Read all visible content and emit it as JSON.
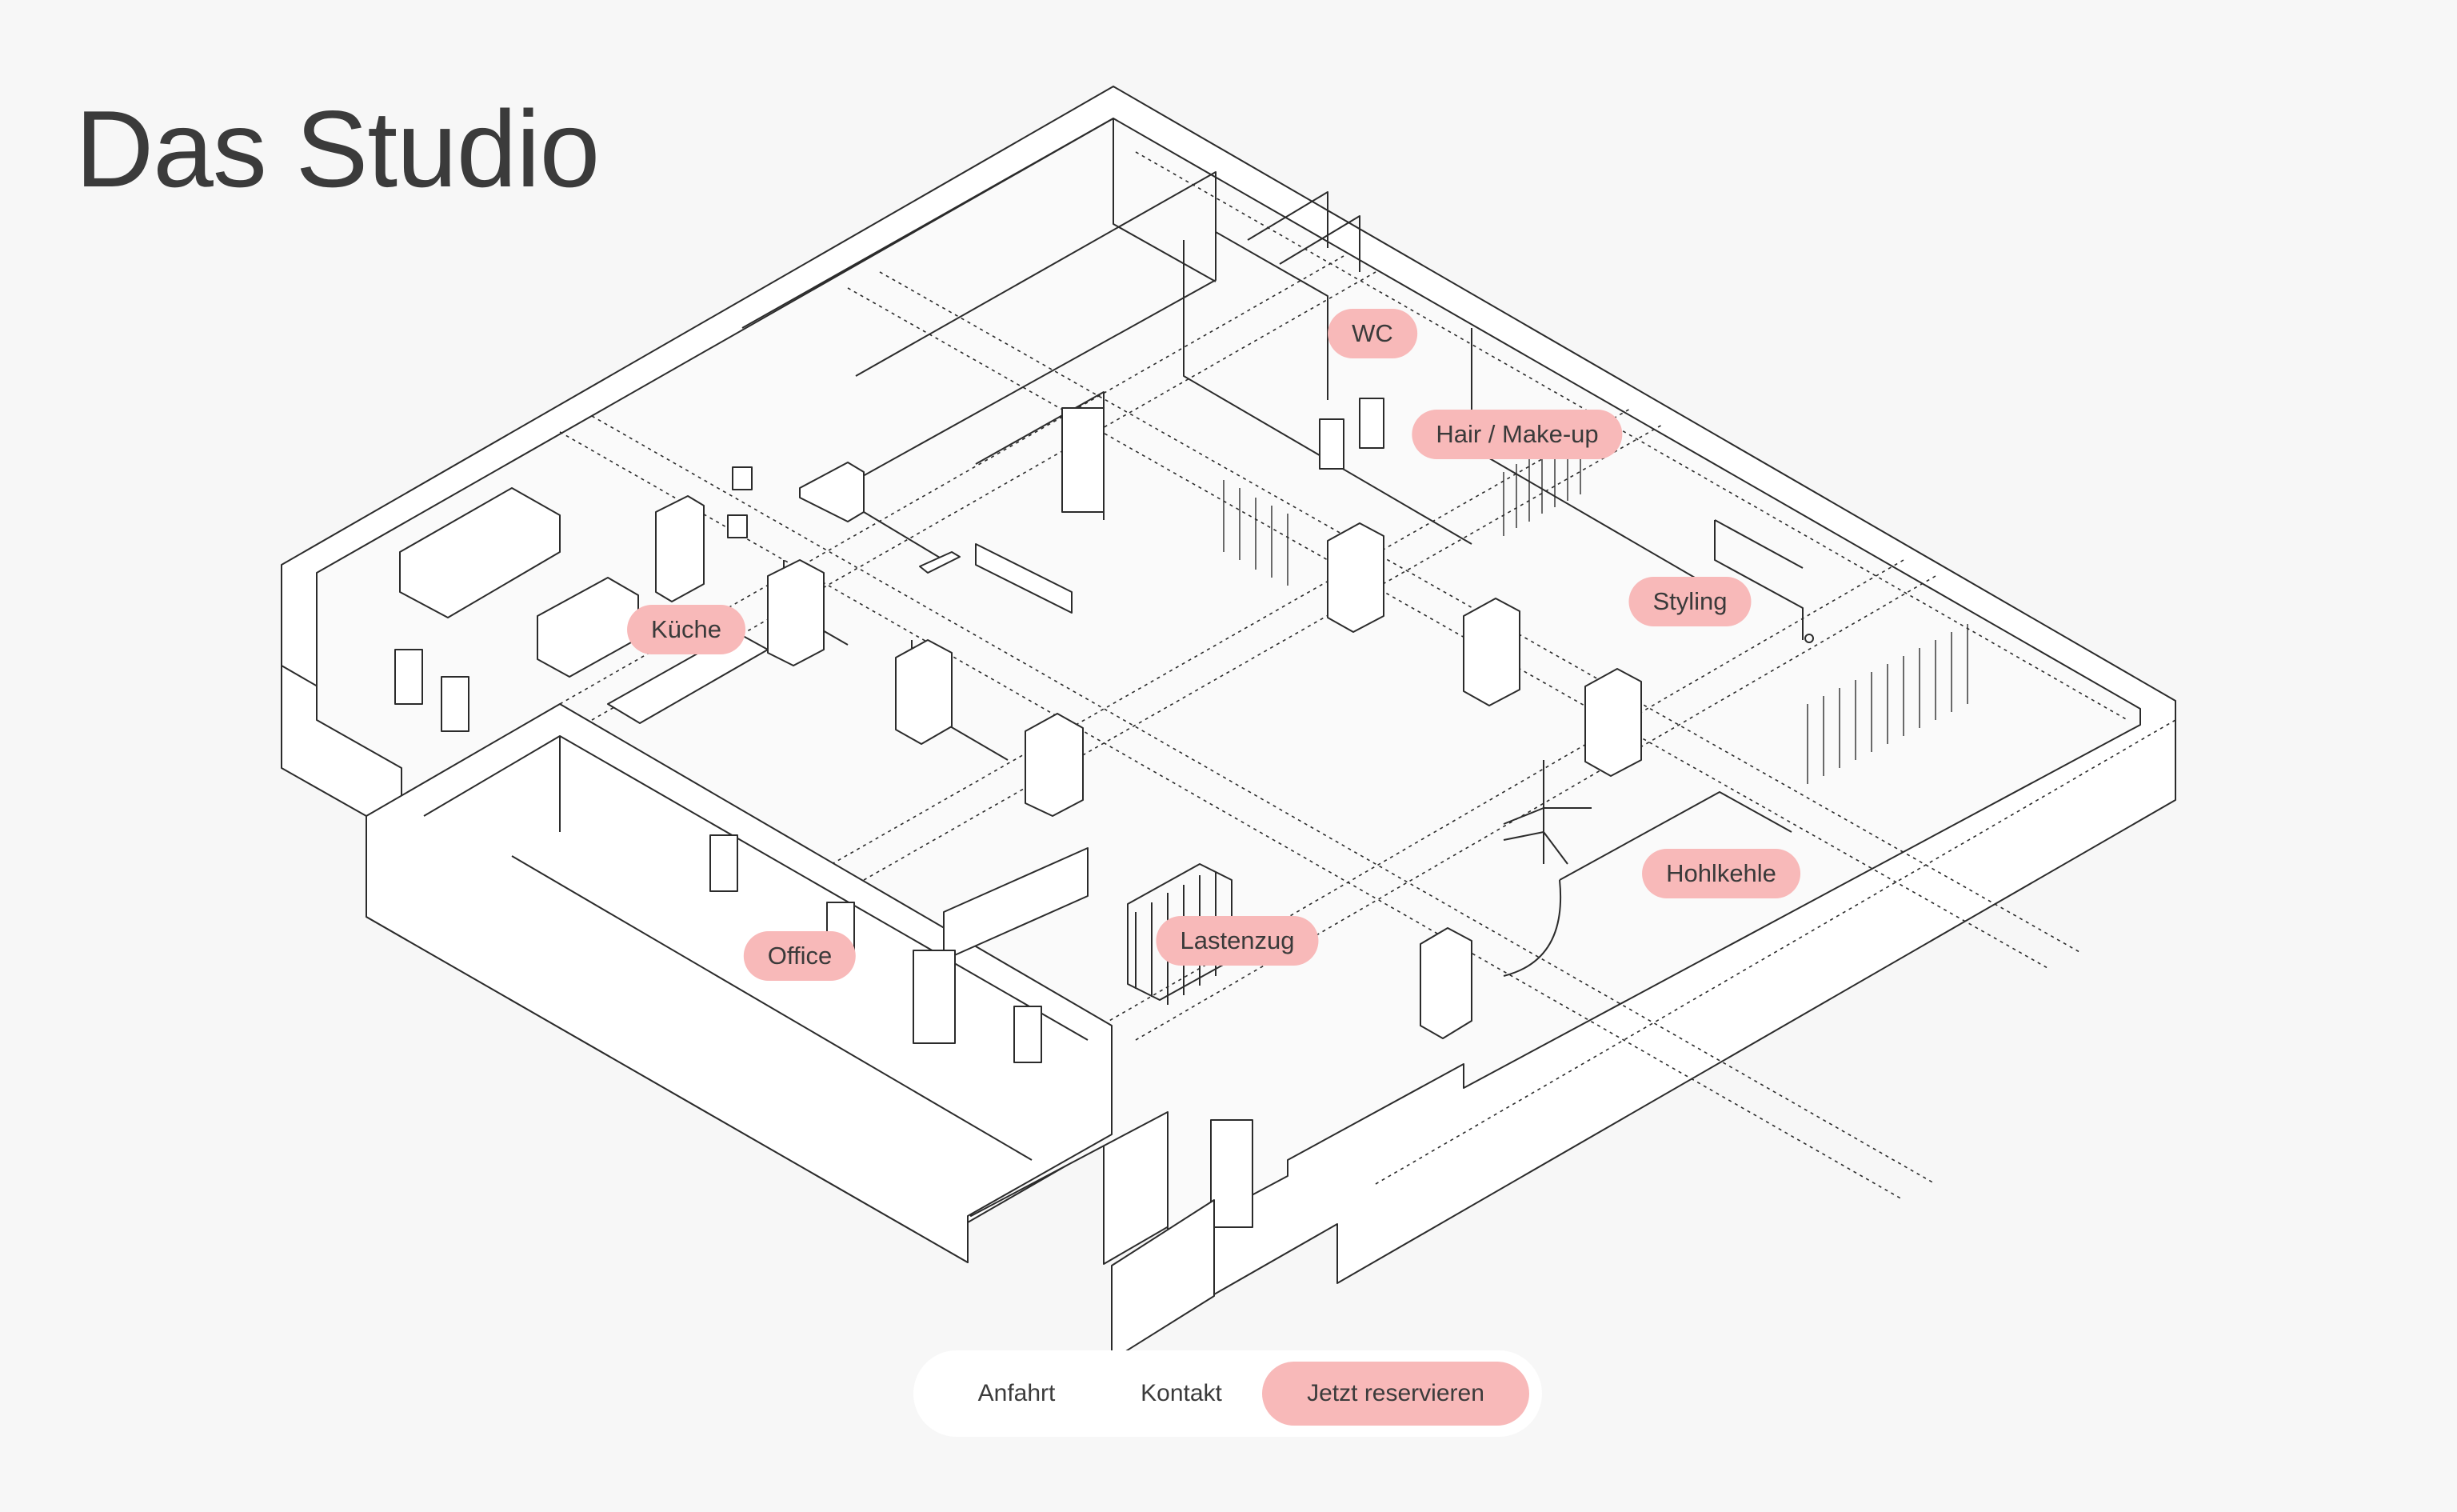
{
  "page": {
    "title": "Das Studio"
  },
  "rooms": {
    "wc": "WC",
    "hair_makeup": "Hair / Make-up",
    "styling": "Styling",
    "kueche": "Küche",
    "hohlkehle": "Hohlkehle",
    "lastenzug": "Lastenzug",
    "office": "Office"
  },
  "nav": {
    "anfahrt": "Anfahrt",
    "kontakt": "Kontakt",
    "reserve": "Jetzt reservieren"
  },
  "colors": {
    "background": "#f7f7f7",
    "accent_pill": "#f8b9b9",
    "text": "#3b3b3b",
    "line": "#2b2b2b"
  }
}
